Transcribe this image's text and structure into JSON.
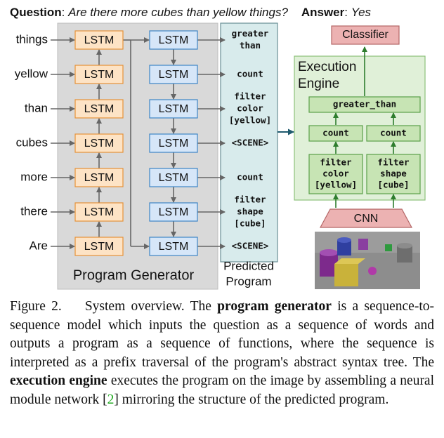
{
  "question_label": "Question",
  "question_text": "Are there more cubes than yellow things?",
  "answer_label": "Answer",
  "answer_text": "Yes",
  "words": [
    "things",
    "yellow",
    "than",
    "cubes",
    "more",
    "there",
    "Are"
  ],
  "lstm_label": "LSTM",
  "program_generator_label": "Program Generator",
  "predicted_program_label": [
    "Predicted",
    "Program"
  ],
  "program_tokens": [
    [
      "greater",
      "than"
    ],
    [
      "count"
    ],
    [
      "filter",
      "color",
      "[yellow]"
    ],
    [
      "<SCENE>"
    ],
    [
      "count"
    ],
    [
      "filter",
      "shape",
      "[cube]"
    ],
    [
      "<SCENE>"
    ]
  ],
  "execution_engine_label": [
    "Execution",
    "Engine"
  ],
  "modules": {
    "greater_than": [
      "greater_than"
    ],
    "count_left": [
      "count"
    ],
    "count_right": [
      "count"
    ],
    "filter_left": [
      "filter",
      "color",
      "[yellow]"
    ],
    "filter_right": [
      "filter",
      "shape",
      "[cube]"
    ]
  },
  "classifier_label": "Classifier",
  "cnn_label": "CNN",
  "caption": {
    "figure_label": "Figure 2.",
    "text_1": "System overview. The",
    "bold_1": "program generator",
    "text_2": "is a sequence-to-sequence model which inputs the question as a sequence of words and outputs a program as a sequence of functions, where the sequence is interpreted as a prefix traversal of the program's abstract syntax tree. The",
    "bold_2": "execution engine",
    "text_3": "executes the program on the image by assembling a neural module network [",
    "ref": "2",
    "text_4": "] mirroring the structure of the predicted program."
  },
  "colors": {
    "generator_bg": "#d9d9d9",
    "encoder_lstm_fill": "#fde3c5",
    "encoder_lstm_stroke": "#e69138",
    "decoder_lstm_fill": "#d6e6f8",
    "decoder_lstm_stroke": "#3d85c6",
    "program_bg": "#d8ebec",
    "engine_bg": "#e0f0d8",
    "module_fill": "#c7e4b4",
    "module_stroke": "#5aa04a",
    "classifier_fill": "#ecb2b2",
    "arrow": "#666666",
    "engine_arrow": "#2e7d2e",
    "program_arrow": "#1f5a6e"
  }
}
